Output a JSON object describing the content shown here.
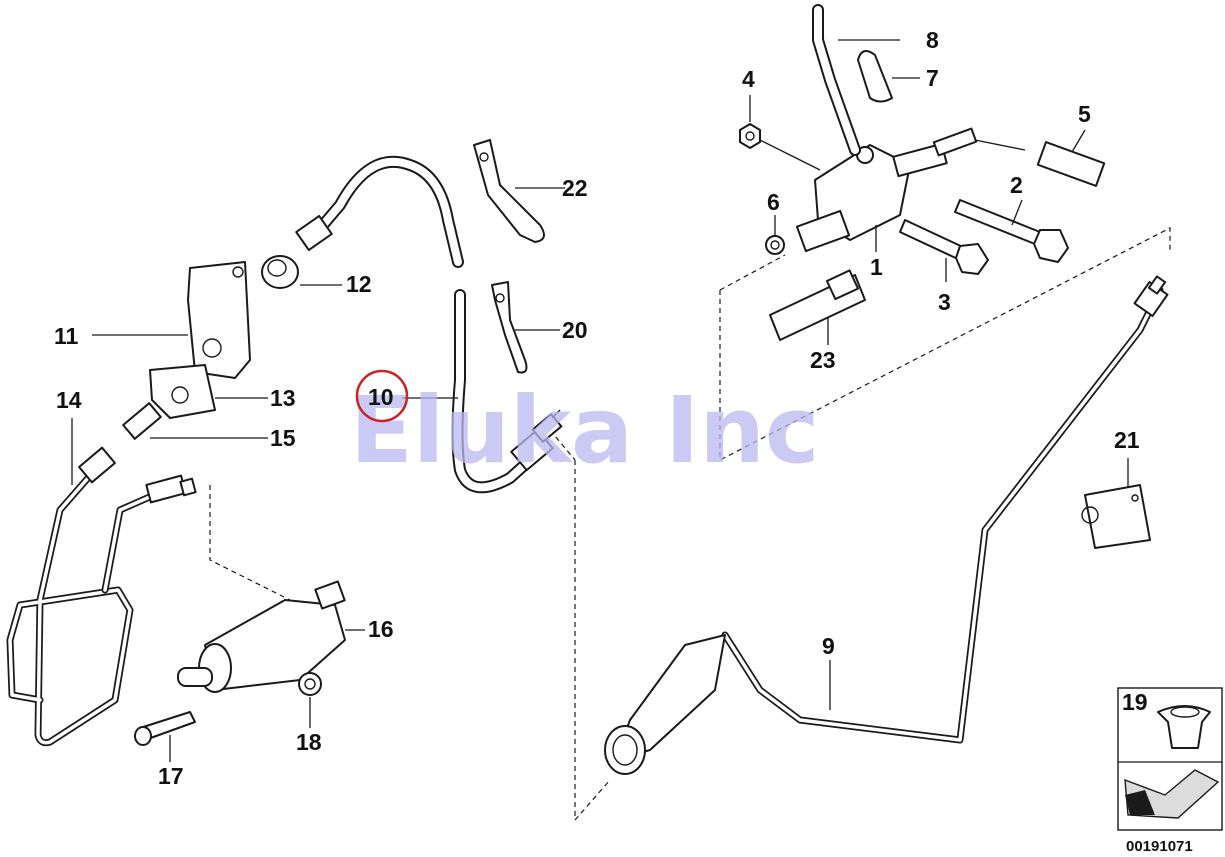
{
  "diagram": {
    "watermark": "Eluka Inc",
    "doc_number": "00191071",
    "highlight_color": "#cc2222",
    "watermark_color": "#b8b8f0",
    "inset_part_label": "19",
    "highlighted_part": "10",
    "callouts": [
      {
        "id": "c1",
        "label": "1"
      },
      {
        "id": "c2",
        "label": "2"
      },
      {
        "id": "c3",
        "label": "3"
      },
      {
        "id": "c4",
        "label": "4"
      },
      {
        "id": "c5",
        "label": "5"
      },
      {
        "id": "c6",
        "label": "6"
      },
      {
        "id": "c7",
        "label": "7"
      },
      {
        "id": "c8",
        "label": "8"
      },
      {
        "id": "c9",
        "label": "9"
      },
      {
        "id": "c10",
        "label": "10"
      },
      {
        "id": "c11",
        "label": "11"
      },
      {
        "id": "c12",
        "label": "12"
      },
      {
        "id": "c13",
        "label": "13"
      },
      {
        "id": "c14",
        "label": "14"
      },
      {
        "id": "c15",
        "label": "15"
      },
      {
        "id": "c16",
        "label": "16"
      },
      {
        "id": "c17",
        "label": "17"
      },
      {
        "id": "c18",
        "label": "18"
      },
      {
        "id": "c20",
        "label": "20"
      },
      {
        "id": "c21",
        "label": "21"
      },
      {
        "id": "c22",
        "label": "22"
      },
      {
        "id": "c23",
        "label": "23"
      }
    ]
  }
}
